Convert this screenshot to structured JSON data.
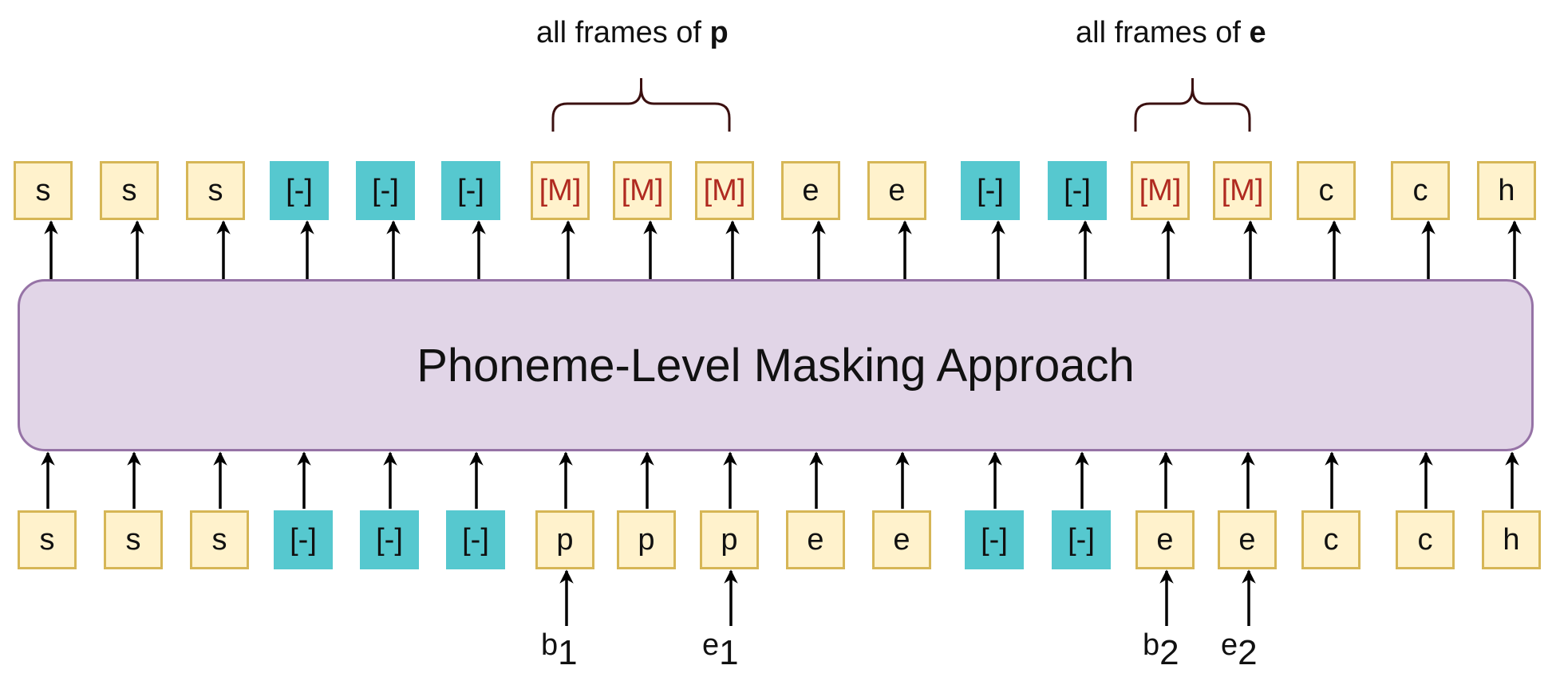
{
  "title": "Phoneme-Level Masking Approach",
  "headers": [
    {
      "prefix": "all frames of ",
      "bold": "p"
    },
    {
      "prefix": "all frames of ",
      "bold": "e"
    }
  ],
  "outputs": [
    "s",
    "s",
    "s",
    "[-]",
    "[-]",
    "[-]",
    "[M]",
    "[M]",
    "[M]",
    "e",
    "e",
    "[-]",
    "[-]",
    "[M]",
    "[M]",
    "c",
    "c",
    "h"
  ],
  "inputs": [
    "s",
    "s",
    "s",
    "[-]",
    "[-]",
    "[-]",
    "p",
    "p",
    "p",
    "e",
    "e",
    "[-]",
    "[-]",
    "e",
    "e",
    "c",
    "c",
    "h"
  ],
  "boundary_labels": [
    {
      "base": "b",
      "sub": "1"
    },
    {
      "base": "e",
      "sub": "1"
    },
    {
      "base": "b",
      "sub": "2"
    },
    {
      "base": "e",
      "sub": "2"
    }
  ],
  "colors": {
    "token_fill": "#fff2cc",
    "token_border": "#d6b656",
    "blank_fill": "#56c8cf",
    "mask_text": "#b02a20",
    "model_fill": "#e1d5e7",
    "model_border": "#9673a6",
    "brace": "#3b1010"
  }
}
